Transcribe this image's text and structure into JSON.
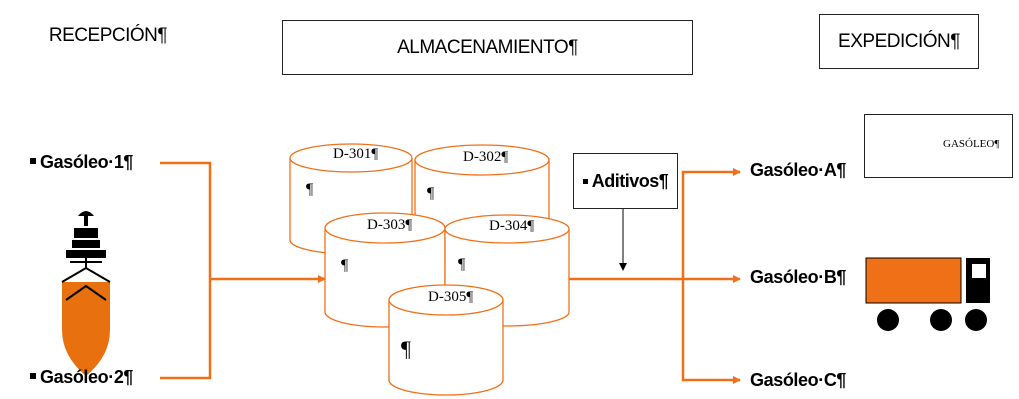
{
  "headers": {
    "reception": "RECEPCIÓN¶",
    "storage": "ALMACENAMIENTO¶",
    "dispatch": "EXPEDICIÓN¶"
  },
  "inputs": [
    "Gasóleo·1¶",
    "Gasóleo·2¶"
  ],
  "tanks": [
    "D-301¶",
    "D-302¶",
    "D-303¶",
    "D-304¶",
    "D-305¶"
  ],
  "tank_pilcrow": "¶",
  "additives": "Aditivos¶",
  "outputs": [
    "Gasóleo·A¶",
    "Gasóleo·B¶",
    "Gasóleo·C¶"
  ],
  "legend": {
    "label": "GASÓLEO¶",
    "color": "#F07018"
  },
  "colors": {
    "line": "#F07018",
    "ship": "#E8700F",
    "truck": "#F07018"
  }
}
